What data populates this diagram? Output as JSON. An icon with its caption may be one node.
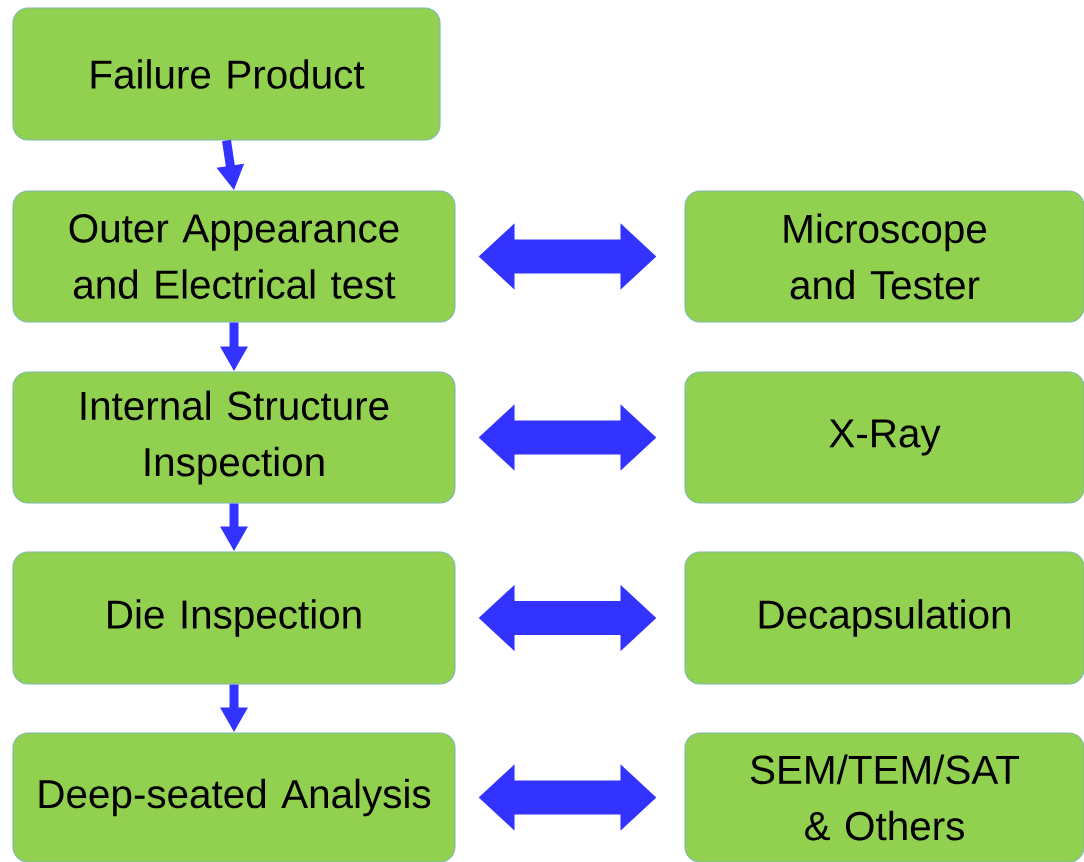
{
  "diagram": {
    "nodes": [
      {
        "text": [
          "Failure Product"
        ]
      },
      {
        "text": [
          "Outer Appearance and Electrical test"
        ]
      },
      {
        "text": [
          "Microscope and Tester"
        ]
      },
      {
        "text": [
          "Internal Structure Inspection"
        ]
      },
      {
        "text": [
          "X-Ray"
        ]
      },
      {
        "text": [
          "Die Inspection"
        ]
      },
      {
        "text": [
          "Decapsulation"
        ]
      },
      {
        "text": [
          "Deep-seated Analysis"
        ]
      },
      {
        "text": [
          "SEM/TEM/SAT & Others"
        ]
      }
    ],
    "edges": [
      {
        "from": 0,
        "to": 1,
        "arrow": "to"
      },
      {
        "from": 1,
        "to": 2,
        "arrow": "both",
        "style": "thick"
      },
      {
        "from": 1,
        "to": 3,
        "arrow": "to"
      },
      {
        "from": 3,
        "to": 4,
        "arrow": "both",
        "style": "thick"
      },
      {
        "from": 3,
        "to": 5,
        "arrow": "to"
      },
      {
        "from": 5,
        "to": 6,
        "arrow": "both",
        "style": "thick"
      },
      {
        "from": 5,
        "to": 7,
        "arrow": "to"
      },
      {
        "from": 7,
        "to": 8,
        "arrow": "both",
        "style": "thick"
      }
    ]
  }
}
